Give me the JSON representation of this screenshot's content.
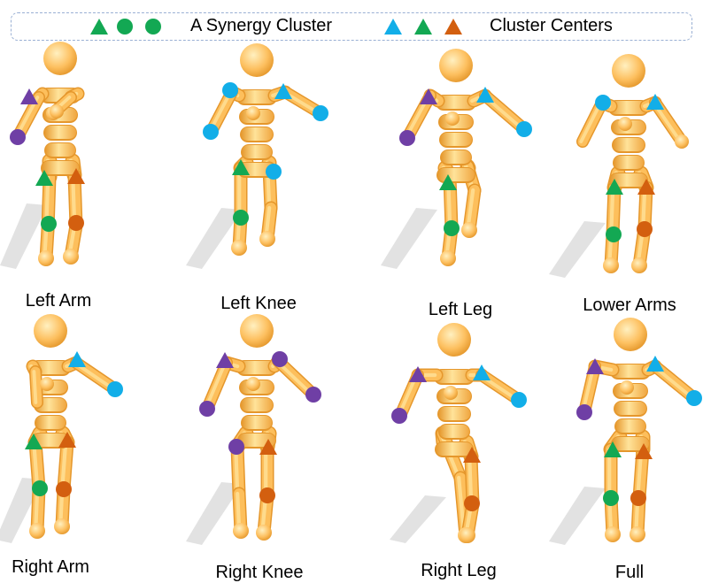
{
  "legend": {
    "synergy_label": "A Synergy Cluster",
    "centers_label": "Cluster Centers"
  },
  "colors": {
    "green": "#13a853",
    "blue": "#12aee8",
    "orange": "#d35f0f",
    "purple": "#6f3fa5",
    "body_light": "#ffe39a",
    "body_mid": "#fdbf5c",
    "body_dark": "#e5972c"
  },
  "panels": [
    {
      "caption": "Left Arm",
      "markers": [
        [
          "tri",
          "purple"
        ],
        [
          "dot",
          "purple"
        ],
        [
          "tri",
          "green"
        ],
        [
          "tri",
          "orange"
        ],
        [
          "dot",
          "green"
        ],
        [
          "dot",
          "orange"
        ]
      ]
    },
    {
      "caption": "Left Knee",
      "markers": [
        [
          "dot",
          "blue"
        ],
        [
          "tri",
          "blue"
        ],
        [
          "dot",
          "blue"
        ],
        [
          "dot",
          "blue"
        ],
        [
          "tri",
          "green"
        ],
        [
          "dot",
          "blue"
        ],
        [
          "dot",
          "green"
        ]
      ]
    },
    {
      "caption": "Left Leg",
      "markers": [
        [
          "tri",
          "purple"
        ],
        [
          "tri",
          "blue"
        ],
        [
          "dot",
          "purple"
        ],
        [
          "dot",
          "blue"
        ],
        [
          "tri",
          "green"
        ],
        [
          "dot",
          "green"
        ]
      ]
    },
    {
      "caption": "Lower Arms",
      "markers": [
        [
          "dot",
          "blue"
        ],
        [
          "tri",
          "blue"
        ],
        [
          "tri",
          "green"
        ],
        [
          "tri",
          "orange"
        ],
        [
          "dot",
          "green"
        ],
        [
          "dot",
          "orange"
        ]
      ]
    },
    {
      "caption": "Right Arm",
      "markers": [
        [
          "tri",
          "blue"
        ],
        [
          "dot",
          "blue"
        ],
        [
          "tri",
          "green"
        ],
        [
          "tri",
          "orange"
        ],
        [
          "dot",
          "green"
        ],
        [
          "dot",
          "orange"
        ]
      ]
    },
    {
      "caption": "Right Knee",
      "markers": [
        [
          "tri",
          "purple"
        ],
        [
          "dot",
          "purple"
        ],
        [
          "dot",
          "purple"
        ],
        [
          "dot",
          "purple"
        ],
        [
          "dot",
          "purple"
        ],
        [
          "tri",
          "orange"
        ],
        [
          "dot",
          "orange"
        ]
      ]
    },
    {
      "caption": "Right Leg",
      "markers": [
        [
          "tri",
          "purple"
        ],
        [
          "tri",
          "blue"
        ],
        [
          "dot",
          "purple"
        ],
        [
          "dot",
          "blue"
        ],
        [
          "tri",
          "orange"
        ],
        [
          "dot",
          "orange"
        ]
      ]
    },
    {
      "caption": "Full",
      "markers": [
        [
          "tri",
          "purple"
        ],
        [
          "tri",
          "blue"
        ],
        [
          "dot",
          "purple"
        ],
        [
          "dot",
          "blue"
        ],
        [
          "tri",
          "green"
        ],
        [
          "tri",
          "orange"
        ],
        [
          "dot",
          "green"
        ],
        [
          "dot",
          "orange"
        ]
      ]
    }
  ]
}
